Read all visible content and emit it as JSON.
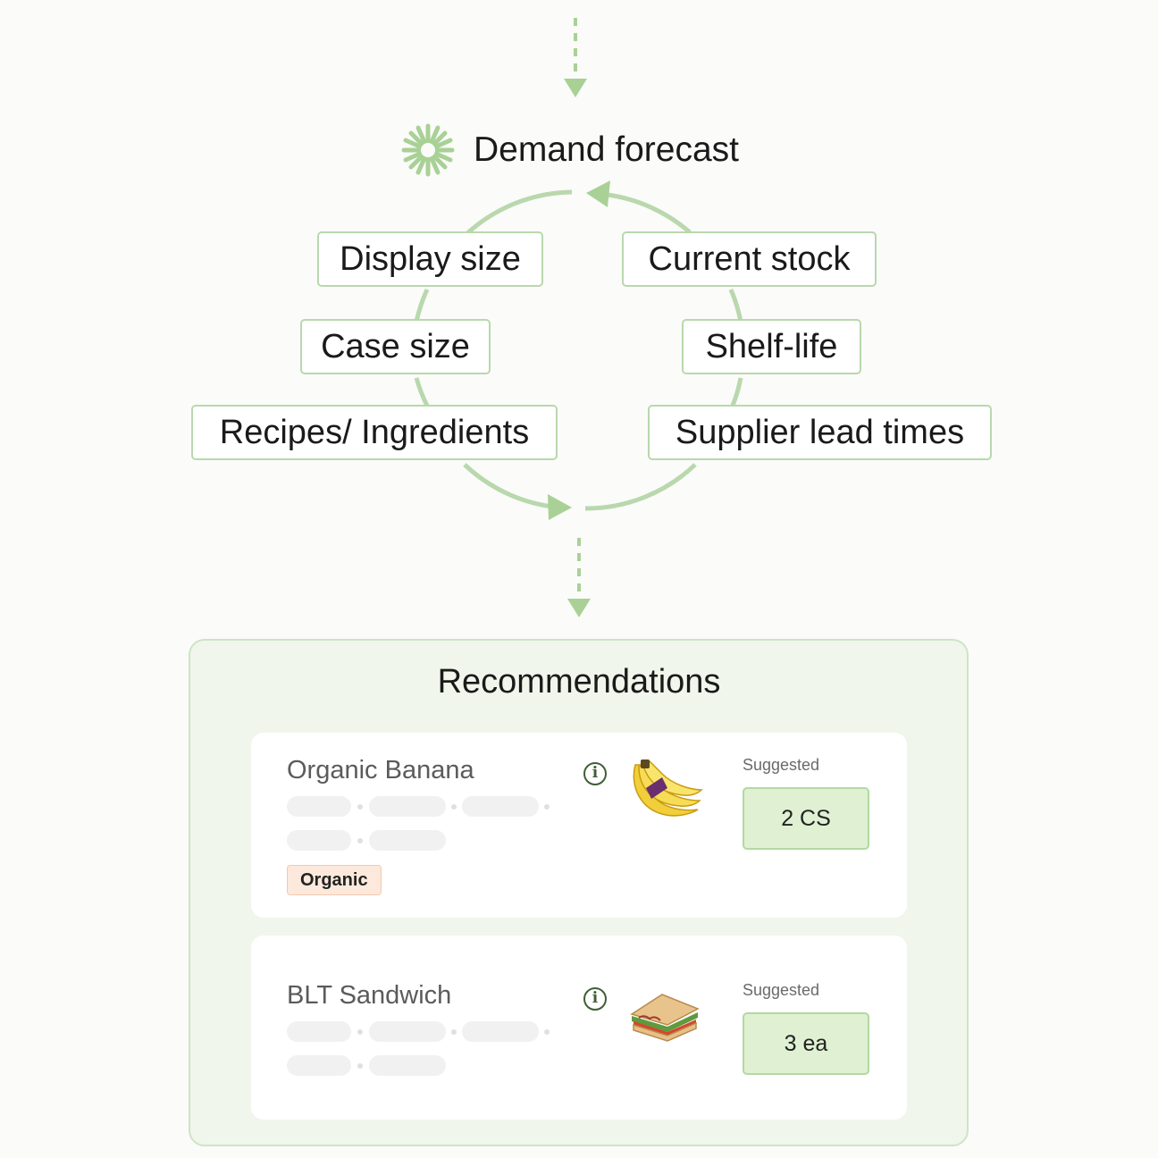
{
  "flow": {
    "title": "Demand forecast",
    "burst_icon": "sparkle-burst-icon",
    "factors_left": [
      "Display size",
      "Case size",
      "Recipes/ Ingredients"
    ],
    "factors_right": [
      "Current stock",
      "Shelf-life",
      "Supplier lead times"
    ]
  },
  "recommendations": {
    "title": "Recommendations",
    "items": [
      {
        "name": "Organic Banana",
        "tag": "Organic",
        "suggested_label": "Suggested",
        "quantity": "2 CS",
        "image_icon": "banana-icon"
      },
      {
        "name": "BLT Sandwich",
        "suggested_label": "Suggested",
        "quantity": "3 ea",
        "image_icon": "sandwich-icon"
      }
    ]
  },
  "colors": {
    "accent_green": "#a9d196",
    "border_green": "#b9d8ad",
    "panel_bg": "#f0f6ec",
    "suggested_bg": "#dff1d2",
    "tag_bg": "#fde9dc"
  }
}
